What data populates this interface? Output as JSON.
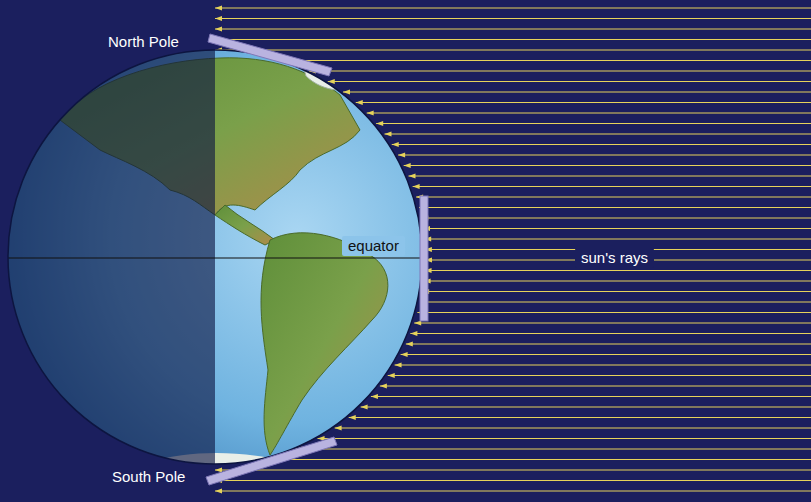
{
  "diagram": {
    "labels": [
      "North Pole",
      "equator",
      "sun's rays",
      "South Pole"
    ]
  }
}
